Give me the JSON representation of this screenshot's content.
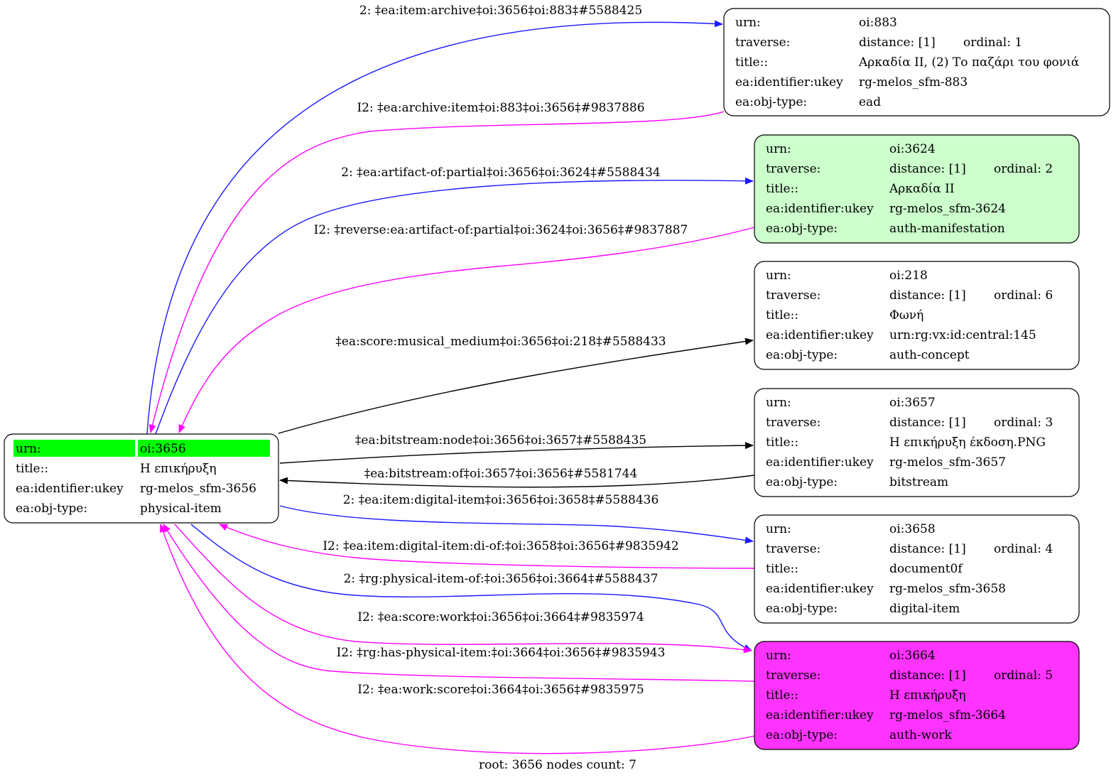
{
  "colors": {
    "root_highlight": "#00ff00",
    "manifestation_fill": "#ccffcc",
    "work_fill": "#ff33ff",
    "default_fill": "#ffffff",
    "forward_edge": "#1a1aff",
    "inverse_edge": "#ff00ff",
    "plain_edge": "#000000"
  },
  "root_node": {
    "id": "oi:3656",
    "rows": [
      {
        "label": "urn:",
        "value": "oi:3656"
      },
      {
        "label": "title::",
        "value": "Η επικήρυξη"
      },
      {
        "label": "ea:identifier:ukey",
        "value": "rg-melos_sfm-3656"
      },
      {
        "label": "ea:obj-type:",
        "value": "physical-item"
      }
    ]
  },
  "nodes": [
    {
      "id": "oi:883",
      "fill": "default",
      "rows": [
        {
          "label": "urn:",
          "value": "oi:883"
        },
        {
          "label": "traverse:",
          "value": "distance: [1]",
          "extra": "ordinal: 1"
        },
        {
          "label": "title::",
          "value": "Αρκαδία ΙΙ, (2) Το παζάρι του φονιά"
        },
        {
          "label": "ea:identifier:ukey",
          "value": "rg-melos_sfm-883"
        },
        {
          "label": "ea:obj-type:",
          "value": "ead"
        }
      ]
    },
    {
      "id": "oi:3624",
      "fill": "manifestation",
      "rows": [
        {
          "label": "urn:",
          "value": "oi:3624"
        },
        {
          "label": "traverse:",
          "value": "distance: [1]",
          "extra": "ordinal: 2"
        },
        {
          "label": "title::",
          "value": "Αρκαδία ΙΙ"
        },
        {
          "label": "ea:identifier:ukey",
          "value": "rg-melos_sfm-3624"
        },
        {
          "label": "ea:obj-type:",
          "value": "auth-manifestation"
        }
      ]
    },
    {
      "id": "oi:218",
      "fill": "default",
      "rows": [
        {
          "label": "urn:",
          "value": "oi:218"
        },
        {
          "label": "traverse:",
          "value": "distance: [1]",
          "extra": "ordinal: 6"
        },
        {
          "label": "title::",
          "value": "Φωνή"
        },
        {
          "label": "ea:identifier:ukey",
          "value": "urn:rg:vx:id:central:145"
        },
        {
          "label": "ea:obj-type:",
          "value": "auth-concept"
        }
      ]
    },
    {
      "id": "oi:3657",
      "fill": "default",
      "rows": [
        {
          "label": "urn:",
          "value": "oi:3657"
        },
        {
          "label": "traverse:",
          "value": "distance: [1]",
          "extra": "ordinal: 3"
        },
        {
          "label": "title::",
          "value": "Η επικήρυξη έκδοση.PNG"
        },
        {
          "label": "ea:identifier:ukey",
          "value": "rg-melos_sfm-3657"
        },
        {
          "label": "ea:obj-type:",
          "value": "bitstream"
        }
      ]
    },
    {
      "id": "oi:3658",
      "fill": "default",
      "rows": [
        {
          "label": "urn:",
          "value": "oi:3658"
        },
        {
          "label": "traverse:",
          "value": "distance: [1]",
          "extra": "ordinal: 4"
        },
        {
          "label": "title::",
          "value": "document0f"
        },
        {
          "label": "ea:identifier:ukey",
          "value": "rg-melos_sfm-3658"
        },
        {
          "label": "ea:obj-type:",
          "value": "digital-item"
        }
      ]
    },
    {
      "id": "oi:3664",
      "fill": "work",
      "rows": [
        {
          "label": "urn:",
          "value": "oi:3664"
        },
        {
          "label": "traverse:",
          "value": "distance: [1]",
          "extra": "ordinal: 5"
        },
        {
          "label": "title::",
          "value": "Η επικήρυξη"
        },
        {
          "label": "ea:identifier:ukey",
          "value": "rg-melos_sfm-3664"
        },
        {
          "label": "ea:obj-type:",
          "value": "auth-work"
        }
      ]
    }
  ],
  "edges": [
    {
      "label": "2: ‡ea:item:archive‡oi:3656‡oi:883‡#5588425",
      "from": "oi:3656",
      "to": "oi:883",
      "kind": "forward"
    },
    {
      "label": "I2: ‡ea:archive:item‡oi:883‡oi:3656‡#9837886",
      "from": "oi:883",
      "to": "oi:3656",
      "kind": "inverse"
    },
    {
      "label": "2: ‡ea:artifact-of:partial‡oi:3656‡oi:3624‡#5588434",
      "from": "oi:3656",
      "to": "oi:3624",
      "kind": "forward"
    },
    {
      "label": "I2: ‡reverse:ea:artifact-of:partial‡oi:3624‡oi:3656‡#9837887",
      "from": "oi:3624",
      "to": "oi:3656",
      "kind": "inverse"
    },
    {
      "label": "‡ea:score:musical_medium‡oi:3656‡oi:218‡#5588433",
      "from": "oi:3656",
      "to": "oi:218",
      "kind": "plain"
    },
    {
      "label": "‡ea:bitstream:node‡oi:3656‡oi:3657‡#5588435",
      "from": "oi:3656",
      "to": "oi:3657",
      "kind": "plain"
    },
    {
      "label": "‡ea:bitstream:of‡oi:3657‡oi:3656‡#5581744",
      "from": "oi:3657",
      "to": "oi:3656",
      "kind": "plain"
    },
    {
      "label": "2: ‡ea:item:digital-item‡oi:3656‡oi:3658‡#5588436",
      "from": "oi:3656",
      "to": "oi:3658",
      "kind": "forward"
    },
    {
      "label": "I2: ‡ea:item:digital-item:di-of:‡oi:3658‡oi:3656‡#9835942",
      "from": "oi:3658",
      "to": "oi:3656",
      "kind": "inverse"
    },
    {
      "label": "2: ‡rg:physical-item-of:‡oi:3656‡oi:3664‡#5588437",
      "from": "oi:3656",
      "to": "oi:3664",
      "kind": "forward"
    },
    {
      "label": "I2: ‡ea:score:work‡oi:3656‡oi:3664‡#9835974",
      "from": "oi:3656",
      "to": "oi:3664",
      "kind": "inverse"
    },
    {
      "label": "I2: ‡rg:has-physical-item:‡oi:3664‡oi:3656‡#9835943",
      "from": "oi:3664",
      "to": "oi:3656",
      "kind": "inverse"
    },
    {
      "label": "I2: ‡ea:work:score‡oi:3664‡oi:3656‡#9835975",
      "from": "oi:3664",
      "to": "oi:3656",
      "kind": "inverse"
    }
  ],
  "footer": "root: 3656 nodes count: 7"
}
